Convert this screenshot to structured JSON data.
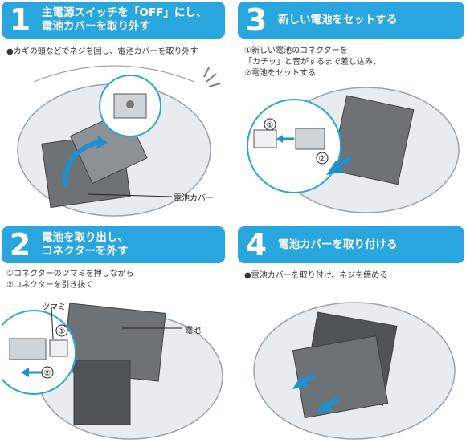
{
  "steps": [
    {
      "number": "1",
      "title": "主電源スイッチを「OFF」にし、\n電池カバーを取り外す",
      "text": "●カギの頭などでネジを回し、電池カバーを取り外す",
      "callout": "電池カバー"
    },
    {
      "number": "2",
      "title": "電池を取り出し、\nコネクターを外す",
      "text": "①コネクターのツマミを押しながら\n②コネクターを引き抜く",
      "callouts": [
        "ツマミ",
        "電池"
      ],
      "markers": [
        "①",
        "②"
      ]
    },
    {
      "number": "3",
      "title": "新しい電池をセットする",
      "text": "①新しい電池のコネクターを\n「カチッ」と音がするまで差し込み、\n②電池をセットする",
      "markers": [
        "①",
        "②"
      ]
    },
    {
      "number": "4",
      "title": "電池カバーを取り付ける",
      "text": "●電池カバーを取り付け、ネジを締める"
    }
  ],
  "colors": {
    "accent": "#2aa6df",
    "arrow": "#1e8fd0"
  }
}
